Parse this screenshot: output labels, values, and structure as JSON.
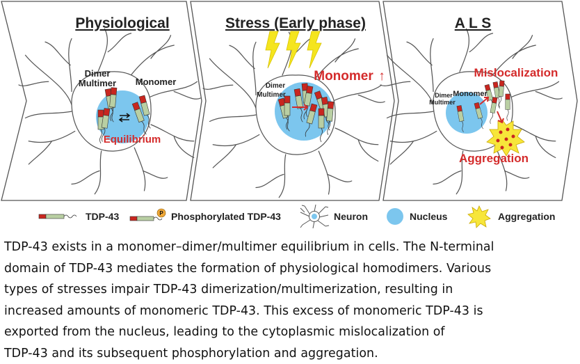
{
  "figure": {
    "panels": [
      {
        "title": "Physiological",
        "labels": {
          "dimer": "Dimer",
          "multimer": "Multimer",
          "monomer": "Monomer",
          "state": "Equilibrium"
        }
      },
      {
        "title": "Stress (Early phase)",
        "labels": {
          "dimer": "Dimer",
          "multimer": "Multimer",
          "monomer": "Monomer",
          "arrow": "↑"
        }
      },
      {
        "title": "A L S",
        "labels": {
          "dimer": "Dimer",
          "multimer": "Multimer",
          "monomer": "Monomer",
          "mislocalization": "Mislocalization",
          "aggregation": "Aggregation"
        }
      }
    ],
    "colors": {
      "nucleus": "#7cc6ee",
      "highlight_text": "#d42b2b",
      "tdp43_head": "#c8261f",
      "tdp43_body": "#b9cfa3",
      "aggregate": "#f7e63a",
      "lightning": "#f5e51e",
      "phospho": "#f0a93a"
    }
  },
  "legend": [
    {
      "icon": "tdp43-icon",
      "label": "TDP-43"
    },
    {
      "icon": "phosphorylated-tdp43-icon",
      "label": "Phosphorylated TDP-43",
      "badge": "P"
    },
    {
      "icon": "neuron-icon",
      "label": "Neuron"
    },
    {
      "icon": "nucleus-icon",
      "label": "Nucleus"
    },
    {
      "icon": "aggregation-icon",
      "label": "Aggregation"
    }
  ],
  "caption": {
    "lines": [
      "TDP-43 exists in a monomer–dimer/multimer equilibrium in cells. The N-terminal",
      "domain of TDP-43 mediates the formation of physiological homodimers. Various",
      "types of stresses impair TDP-43 dimerization/multimerization, resulting in",
      "increased amounts of monomeric TDP-43. This excess of monomeric TDP-43 is",
      "exported from the nucleus, leading to the cytoplasmic mislocalization of",
      "TDP-43 and its subsequent phosphorylation and aggregation."
    ]
  }
}
